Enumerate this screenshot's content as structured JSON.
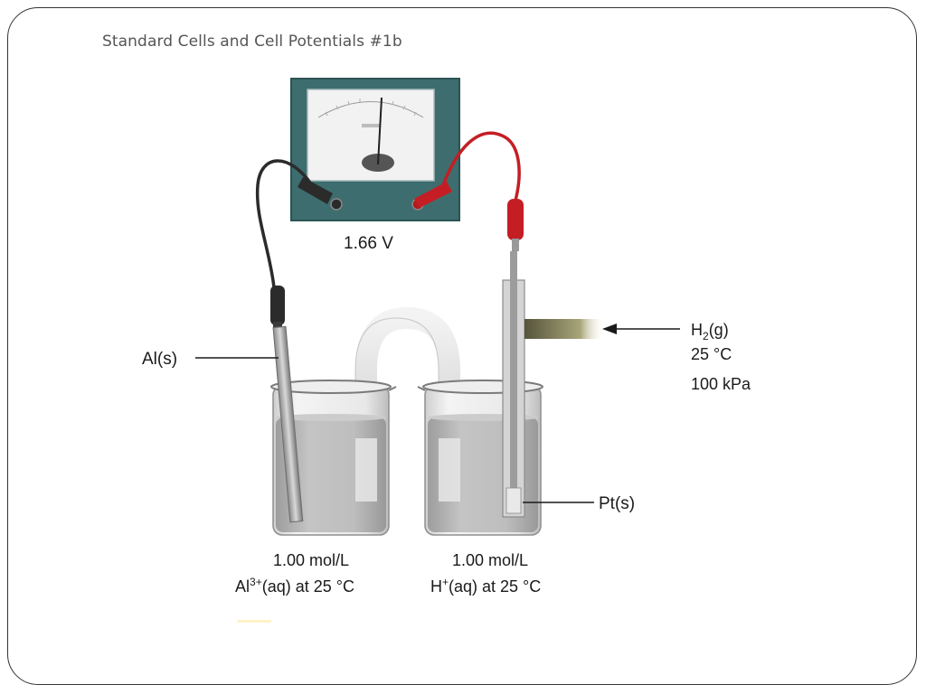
{
  "slide": {
    "title": "Standard Cells and Cell Potentials #1b"
  },
  "diagram": {
    "voltmeter_reading": "1.66 V",
    "anode_label": "Al(s)",
    "cathode_label": "Pt(s)",
    "gas_label": {
      "species": "H",
      "subscript": "2",
      "state": "(g)"
    },
    "gas_temperature": "25 °C",
    "gas_pressure": "100 kPa",
    "left_beaker": {
      "concentration": "1.00 mol/L",
      "ion": "Al",
      "charge": "3+",
      "rest": "(aq) at 25 °C"
    },
    "right_beaker": {
      "concentration": "1.00 mol/L",
      "ion": "H",
      "charge": "+",
      "rest": "(aq) at 25 °C"
    },
    "colors": {
      "meter_case": "#3d6d6e",
      "meter_face": "#f2f2f2",
      "red_clip": "#c41e24",
      "black_clip": "#2b2b2b",
      "solution": "#b5b5b5",
      "glass": "#d9d9d9",
      "gas_inlet": "#6b6a45"
    }
  }
}
